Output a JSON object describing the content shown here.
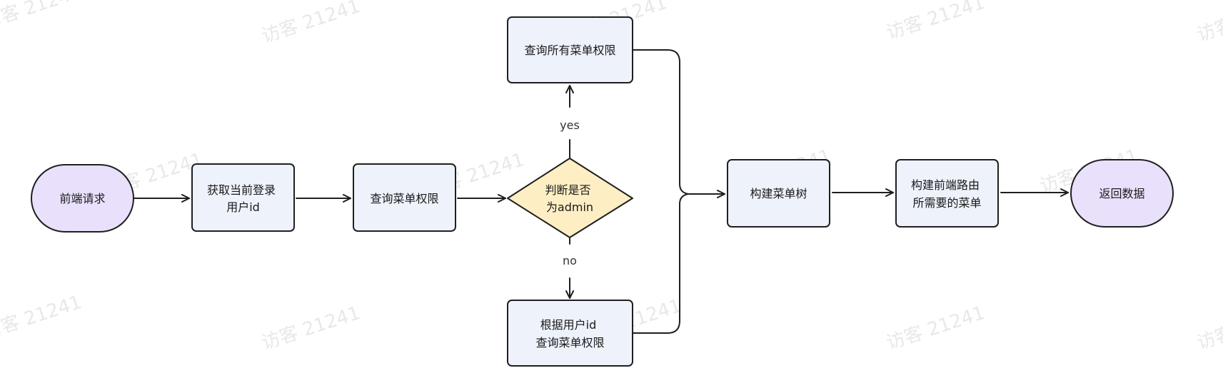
{
  "colors": {
    "terminal_fill": "#e9e0fb",
    "process_fill": "#eef2fb",
    "decision_fill": "#fdeec4",
    "stroke": "#1f1f1f",
    "arrow": "#1f1f1f"
  },
  "nodes": {
    "start": {
      "label": [
        "前端请求"
      ]
    },
    "get_user": {
      "label": [
        "获取当前登录",
        "用户id"
      ]
    },
    "query_perm": {
      "label": [
        "查询菜单权限"
      ]
    },
    "is_admin": {
      "label": [
        "判断是否",
        "为admin"
      ]
    },
    "query_all": {
      "label": [
        "查询所有菜单权限"
      ]
    },
    "query_by_user": {
      "label": [
        "根据用户id",
        "查询菜单权限"
      ]
    },
    "build_tree": {
      "label": [
        "构建菜单树"
      ]
    },
    "build_route": {
      "label": [
        "构建前端路由",
        "所需要的菜单"
      ]
    },
    "end": {
      "label": [
        "返回数据"
      ]
    }
  },
  "edges": {
    "yes": "yes",
    "no": "no"
  },
  "watermark": "访客 21241"
}
